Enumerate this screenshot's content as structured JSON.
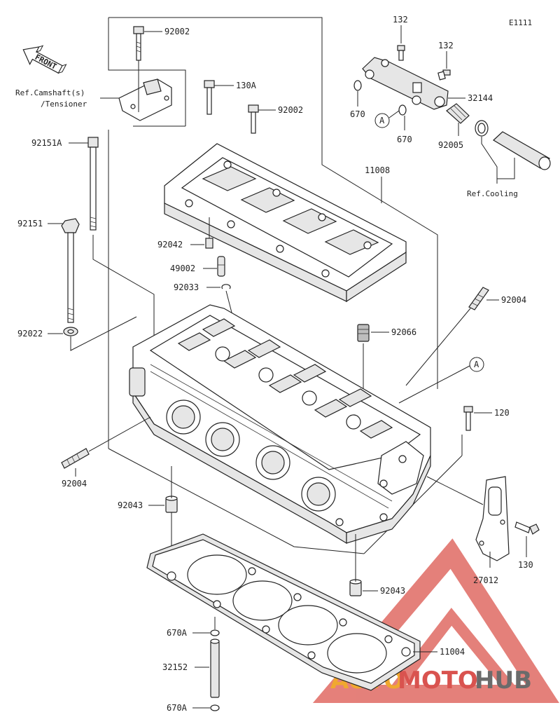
{
  "diagram": {
    "code": "E1111",
    "front_label": "FRONT",
    "callouts": {
      "p92002_top": "92002",
      "ref_camshaft": "Ref.Camshaft(s)",
      "ref_tensioner": "/Tensioner",
      "p130A": "130A",
      "p92002_mid": "92002",
      "p92151A": "92151A",
      "p92151": "92151",
      "p11008": "11008",
      "p92042": "92042",
      "p49002": "49002",
      "p92033": "92033",
      "p92022": "92022",
      "p92004_right": "92004",
      "p92066": "92066",
      "marker_a_right": "A",
      "p120": "120",
      "p92004_left": "92004",
      "p92043_left": "92043",
      "p130": "130",
      "p27012": "27012",
      "p92043_right": "92043",
      "p670A_top": "670A",
      "p11004": "11004",
      "p32152": "32152",
      "p670A_bottom": "670A",
      "p132_a": "132",
      "p132_b": "132",
      "p32144": "32144",
      "p670_left": "670",
      "marker_a_top": "A",
      "p670_right": "670",
      "p92005": "92005",
      "ref_cooling": "Ref.Cooling"
    }
  },
  "watermark": {
    "text_auto": "AUTO",
    "text_moto": "MOTO",
    "text_hub": "HUB",
    "color_red": "#d9534f",
    "color_orange": "#f0a830",
    "color_gray": "#6b6b6b"
  }
}
